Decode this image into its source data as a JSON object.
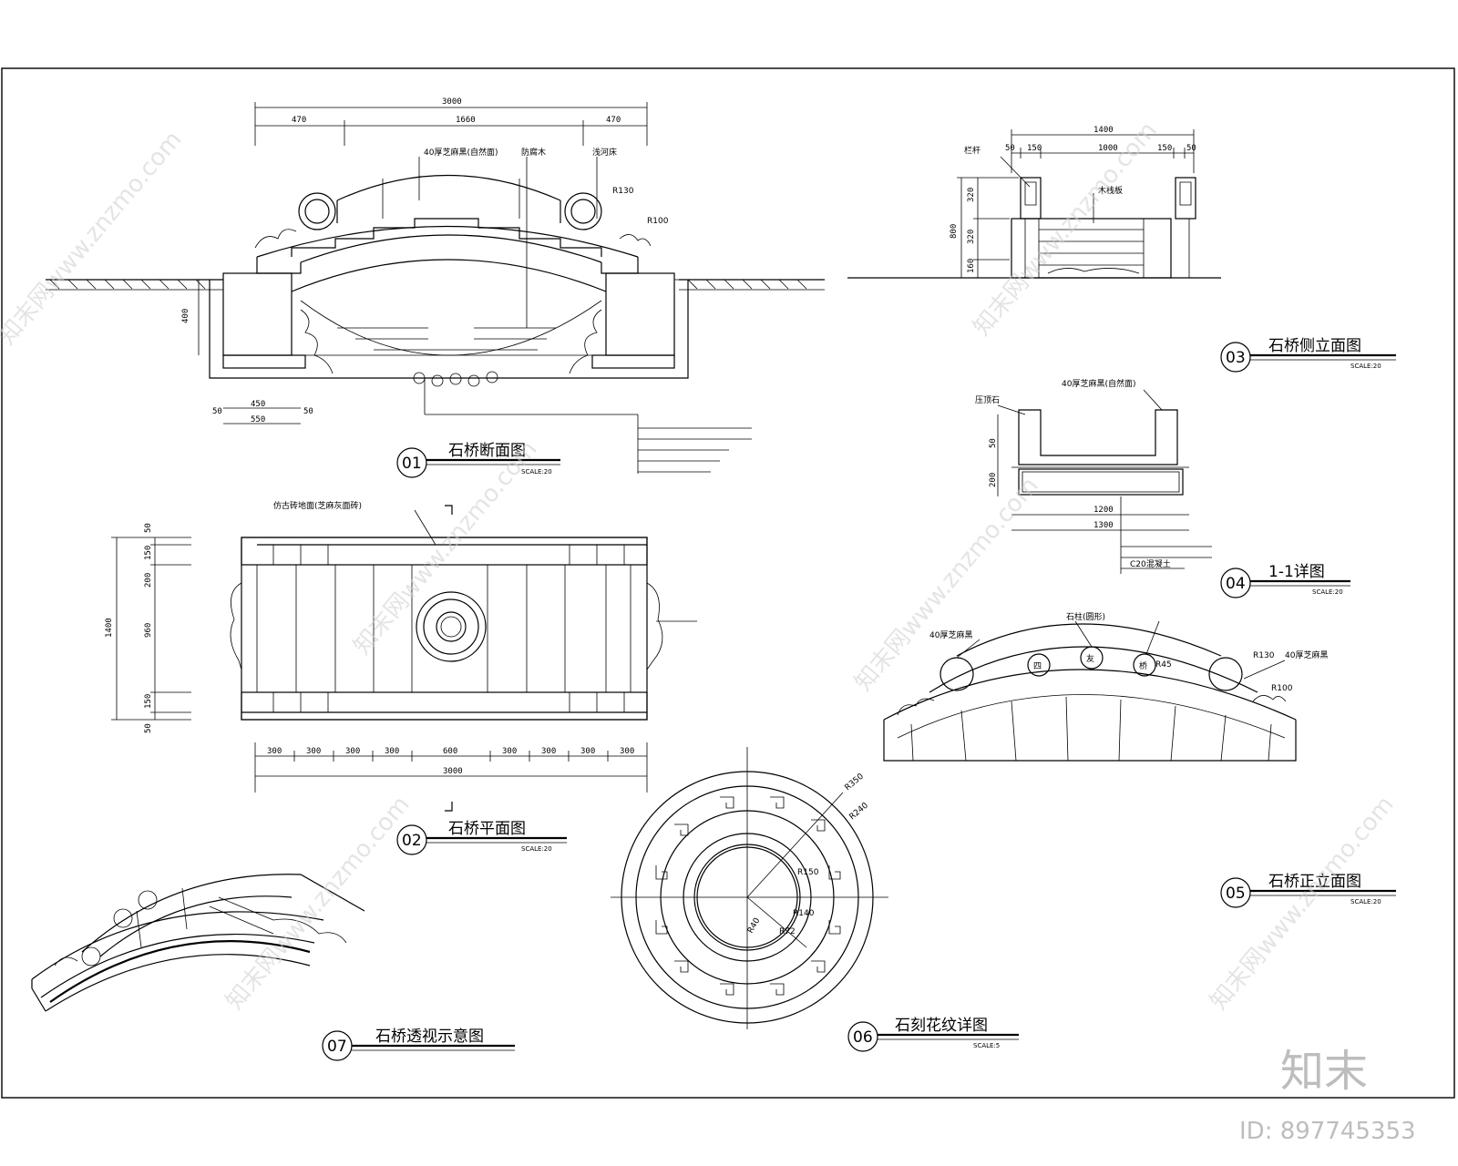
{
  "drawings": [
    {
      "id": "01",
      "title": "石桥断面图",
      "scale": "SCALE:20"
    },
    {
      "id": "02",
      "title": "石桥平面图",
      "scale": "SCALE:20"
    },
    {
      "id": "03",
      "title": "石桥侧立面图",
      "scale": "SCALE:20"
    },
    {
      "id": "04",
      "title": "1-1详图",
      "scale": "SCALE:20"
    },
    {
      "id": "05",
      "title": "石桥正立面图",
      "scale": "SCALE:20"
    },
    {
      "id": "06",
      "title": "石刻花纹详图",
      "scale": "SCALE:5"
    },
    {
      "id": "07",
      "title": "石桥透视示意图",
      "scale": ""
    }
  ],
  "section_view": {
    "dims_top": [
      "3000",
      "470",
      "1660",
      "470"
    ],
    "dims_bottom": [
      "50",
      "450",
      "550",
      "50"
    ],
    "dim_left": "400",
    "radius": [
      "R130",
      "R100"
    ],
    "labels": [
      "40厚芝麻黑(自然面)",
      "防腐木",
      "浅河床"
    ]
  },
  "plan_view": {
    "dims_bottom": [
      "300",
      "300",
      "300",
      "300",
      "600",
      "300",
      "300",
      "300",
      "300"
    ],
    "dim_total": "3000",
    "dims_left": [
      "50",
      "150",
      "200",
      "960",
      "150",
      "50"
    ],
    "dim_height": "1400",
    "label": "仿古砖地面(芝麻灰面砖)"
  },
  "side_view": {
    "dims_top": [
      "1400",
      "50",
      "150",
      "1000",
      "150",
      "50"
    ],
    "dims_left": [
      "800",
      "320",
      "320",
      "160"
    ],
    "labels": [
      "栏杆",
      "木栈板"
    ]
  },
  "detail_11": {
    "labels": [
      "40厚芝麻黑(自然面)",
      "压顶石",
      "C20混凝土"
    ],
    "dims_bottom": [
      "1200",
      "1300"
    ],
    "dims_left": [
      "50",
      "200"
    ]
  },
  "front_view": {
    "labels": [
      "40厚芝麻黑",
      "石柱(圆形)",
      "40厚芝麻黑"
    ],
    "chars": [
      "四",
      "友",
      "桥"
    ],
    "radius": [
      "R45",
      "R130",
      "R100"
    ]
  },
  "pattern_detail": {
    "radius": [
      "R350",
      "R240",
      "R150",
      "R140",
      "R40",
      "R72"
    ]
  },
  "watermark": {
    "text": "知末网www.znzmo.com",
    "brand": "知末",
    "id": "ID: 897745353"
  }
}
